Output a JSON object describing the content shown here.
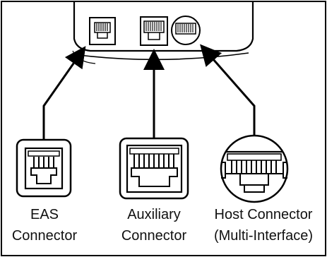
{
  "labels": {
    "eas": {
      "line1": "EAS",
      "line2": "Connector"
    },
    "auxiliary": {
      "line1": "Auxiliary",
      "line2": "Connector"
    },
    "host": {
      "line1": "Host Connector",
      "line2": "(Multi-Interface)"
    }
  },
  "colors": {
    "stroke": "#000000",
    "background": "#ffffff",
    "text": "#111111"
  },
  "icons": {
    "eas": "rj-jack-small",
    "auxiliary": "rj-jack-wide",
    "host": "round-din-port"
  }
}
